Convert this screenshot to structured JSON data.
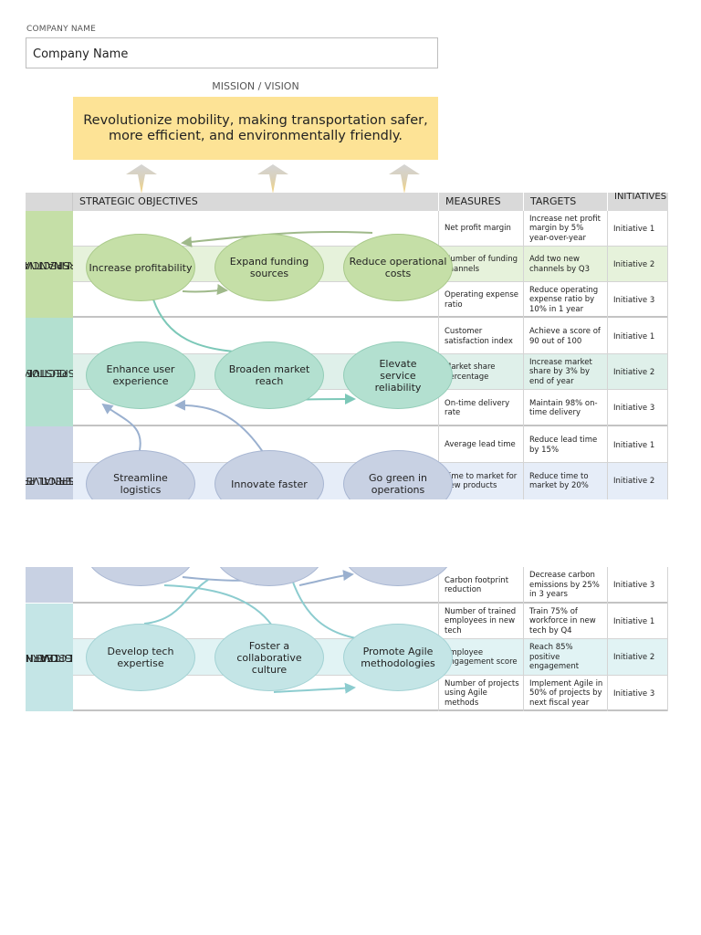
{
  "company": {
    "label": "COMPANY NAME",
    "value": "Company Name"
  },
  "mission": {
    "label": "MISSION / VISION",
    "text": "Revolutionize mobility, making transportation safer, more efficient, and environmentally friendly."
  },
  "columns": {
    "objectives": "STRATEGIC OBJECTIVES",
    "measures": "MEASURES",
    "targets": "TARGETS",
    "initiatives": "INITIATIVES"
  },
  "perspectives": {
    "financial": {
      "label": "FINANCIAL PERSPECTIVE",
      "line1": "FINANCIAL",
      "line2": "PERSPECTIVE",
      "color": "#c5dfa7",
      "objectives": [
        "Increase profitability",
        "Expand funding sources",
        "Reduce operational costs"
      ],
      "rows": [
        {
          "measure": "Net profit margin",
          "target": "Increase net profit margin by 5% year-over-year",
          "initiative": "Initiative 1"
        },
        {
          "measure": "Number of funding channels",
          "target": "Add two new channels by Q3",
          "initiative": "Initiative 2"
        },
        {
          "measure": "Operating expense ratio",
          "target": "Reduce operating expense ratio by 10% in 1 year",
          "initiative": "Initiative 3"
        }
      ]
    },
    "customer": {
      "label": "CUSTOMER PERSPECTIVE",
      "line1": "CUSTOMER",
      "line2": "PERSPECTIVE",
      "color": "#b3e0d0",
      "objectives": [
        "Enhance user experience",
        "Broaden market reach",
        "Elevate service reliability"
      ],
      "rows": [
        {
          "measure": "Customer satisfaction index",
          "target": "Achieve a score of 90 out of 100",
          "initiative": "Initiative 1"
        },
        {
          "measure": "Market share percentage",
          "target": "Increase market share by 3% by end of year",
          "initiative": "Initiative 2"
        },
        {
          "measure": "On-time delivery rate",
          "target": "Maintain 98% on-time delivery",
          "initiative": "Initiative 3"
        }
      ]
    },
    "internal": {
      "label": "INTERNAL PROCESS PERSPECTIVE",
      "line1": "INTERNAL PROCESS",
      "line2": "PERSPECTIVE",
      "color": "#c8d1e3",
      "objectives": [
        "Streamline logistics",
        "Innovate faster",
        "Go green in operations"
      ],
      "rows": [
        {
          "measure": "Average lead time",
          "target": "Reduce lead time by 15%",
          "initiative": "Initiative 1"
        },
        {
          "measure": "Time to market for new products",
          "target": "Reduce time to market by 20%",
          "initiative": "Initiative 2"
        },
        {
          "measure": "Carbon footprint reduction",
          "target": "Decrease carbon emissions by 25% in 3 years",
          "initiative": "Initiative 3"
        }
      ]
    },
    "learning": {
      "label": "LEARNING & GROWTH PERSPECTIVE",
      "line1": "LEARNING &",
      "line2": "GROWTH",
      "line3": "PERSPECTIVE",
      "color": "#c4e5e6",
      "objectives": [
        "Develop tech expertise",
        "Foster a collaborative culture",
        "Promote Agile methodologies"
      ],
      "rows": [
        {
          "measure": "Number of trained employees in new tech",
          "target": "Train 75% of workforce in new tech by Q4",
          "initiative": "Initiative 1"
        },
        {
          "measure": "Employee engagement score",
          "target": "Reach 85% positive engagement",
          "initiative": "Initiative 2"
        },
        {
          "measure": "Number of projects using Agile methods",
          "target": "Implement Agile in 50% of projects by next fiscal year",
          "initiative": "Initiative 3"
        }
      ]
    }
  },
  "colors": {
    "financial_stripe": "#e6f2db",
    "customer_stripe": "#dff0ea",
    "internal_stripe": "#e6edf8",
    "learning_stripe": "#e1f3f4",
    "financial_ellipse": "#c5dfa7",
    "customer_ellipse": "#b3e0d0",
    "internal_ellipse": "#c8d1e3",
    "learning_ellipse": "#c4e5e6",
    "arrow_gold": "#f3d27a"
  }
}
